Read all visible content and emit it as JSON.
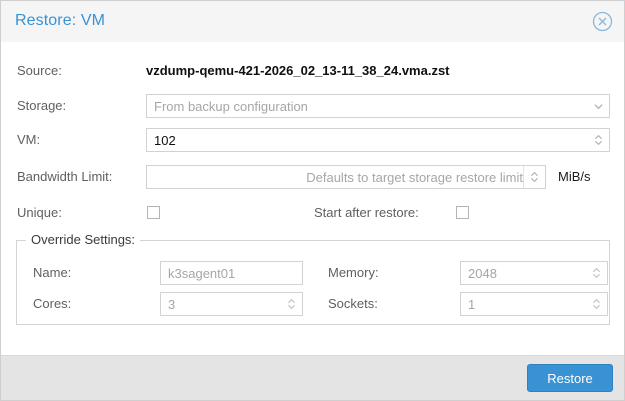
{
  "dialog": {
    "title": "Restore: VM",
    "close_icon": "close-circle-icon"
  },
  "fields": {
    "source": {
      "label": "Source:",
      "value": "vzdump-qemu-421-2026_02_13-11_38_24.vma.zst"
    },
    "storage": {
      "label": "Storage:",
      "placeholder": "From backup configuration",
      "value": "",
      "trigger_icon": "chevron-down-icon"
    },
    "vm": {
      "label": "VM:",
      "value": "102",
      "trigger_icon": "spinner-updown-icon"
    },
    "bandwidth": {
      "label": "Bandwidth Limit:",
      "placeholder": "Defaults to target storage restore limit",
      "value": "",
      "unit": "MiB/s",
      "trigger_icon": "spinner-updown-icon"
    },
    "unique": {
      "label": "Unique:",
      "checked": false
    },
    "start_after_restore": {
      "label": "Start after restore:",
      "checked": false
    }
  },
  "override": {
    "legend": "Override Settings:",
    "name": {
      "label": "Name:",
      "placeholder": "k3sagent01",
      "value": ""
    },
    "memory": {
      "label": "Memory:",
      "placeholder": "2048",
      "value": "",
      "trigger_icon": "spinner-updown-icon"
    },
    "cores": {
      "label": "Cores:",
      "placeholder": "3",
      "value": "",
      "trigger_icon": "spinner-updown-icon"
    },
    "sockets": {
      "label": "Sockets:",
      "placeholder": "1",
      "value": "",
      "trigger_icon": "spinner-updown-icon"
    }
  },
  "footer": {
    "restore_label": "Restore"
  },
  "colors": {
    "accent": "#3892d4",
    "header_bg": "#f5f5f5",
    "footer_bg": "#e4e4e4"
  }
}
